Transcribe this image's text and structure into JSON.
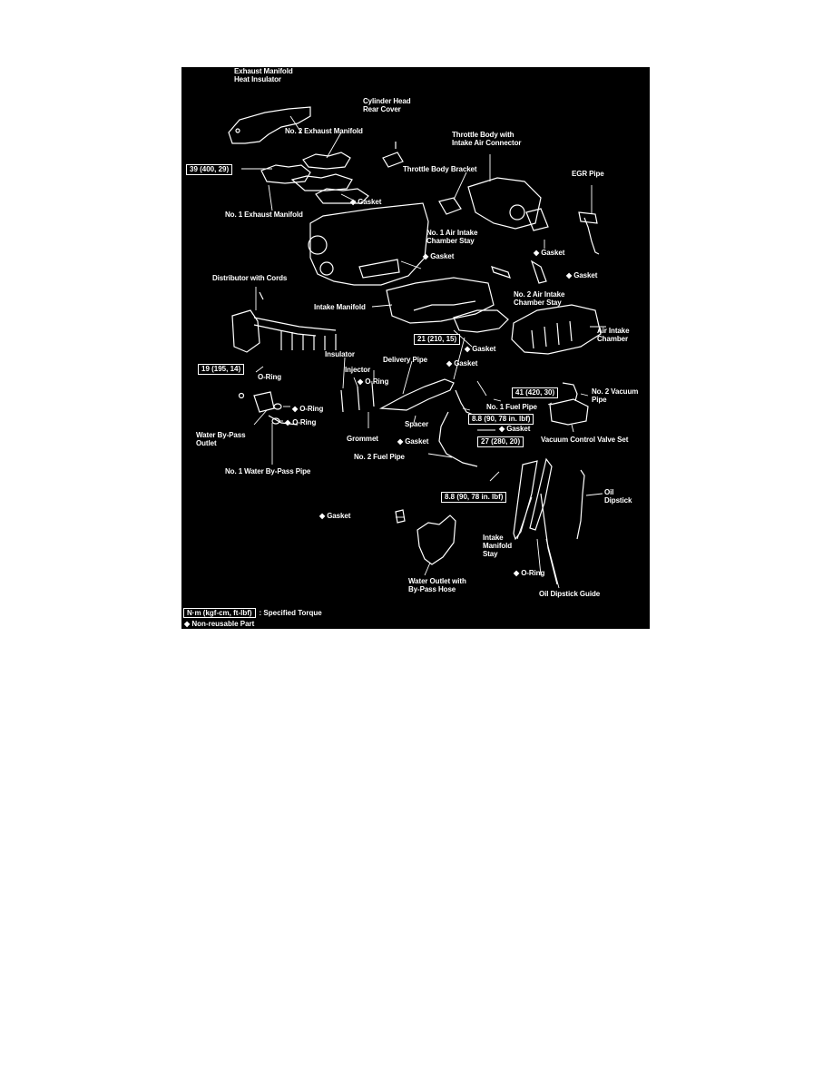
{
  "labels": {
    "exhaust_manifold_heat_insulator": "Exhaust Manifold\nHeat Insulator",
    "cylinder_head_rear_cover": "Cylinder Head\nRear Cover",
    "no2_exhaust_manifold": "No. 2 Exhaust Manifold",
    "throttle_body": "Throttle Body with\nIntake Air Connector",
    "throttle_body_bracket": "Throttle Body Bracket",
    "egr_pipe": "EGR Pipe",
    "gasket_exhaust": "Gasket",
    "no1_exhaust_manifold": "No. 1 Exhaust Manifold",
    "no1_air_intake_chamber_stay": "No. 1 Air Intake\nChamber Stay",
    "gasket_throttle": "Gasket",
    "gasket_egr": "Gasket",
    "gasket_intake": "Gasket",
    "distributor_with_cords": "Distributor with Cords",
    "no2_air_intake_chamber_stay": "No. 2 Air Intake\nChamber Stay",
    "intake_manifold": "Intake Manifold",
    "air_intake_chamber": "Air Intake\nChamber",
    "gasket_chamber": "Gasket",
    "insulator": "Insulator",
    "delivery_pipe": "Delivery Pipe",
    "gasket_delivery": "Gasket",
    "o_ring_distributor": "O-Ring",
    "injector": "Injector",
    "o_ring_injector": "O-Ring",
    "no2_vacuum_pipe": "No. 2 Vacuum\nPipe",
    "o_ring_bypass_1": "O-Ring",
    "no1_fuel_pipe": "No. 1 Fuel Pipe",
    "o_ring_bypass_2": "O-Ring",
    "water_bypass_outlet": "Water By-Pass\nOutlet",
    "spacer": "Spacer",
    "gasket_fuel": "Gasket",
    "grommet": "Grommet",
    "gasket_spacer": "Gasket",
    "vacuum_control_valve_set": "Vacuum Control Valve Set",
    "no2_fuel_pipe": "No. 2 Fuel Pipe",
    "no1_water_bypass_pipe": "No. 1 Water By-Pass Pipe",
    "oil_dipstick": "Oil\nDipstick",
    "gasket_water_outlet": "Gasket",
    "intake_manifold_stay": "Intake\nManifold\nStay",
    "o_ring_dipstick": "O-Ring",
    "water_outlet_with_bypass_hose": "Water Outlet with\nBy-Pass Hose",
    "oil_dipstick_guide": "Oil Dipstick Guide"
  },
  "torques": {
    "exhaust": "39 (400, 29)",
    "delivery": "21 (210, 15)",
    "distributor": "19 (195, 14)",
    "vacuum": "41 (420, 30)",
    "fuel1": "8.8 (90, 78 in. lbf)",
    "fuel2": "27 (280, 20)",
    "stay": "8.8 (90, 78 in. lbf)"
  },
  "legend": {
    "torque_box": "N·m (kgf-cm, ft-lbf)",
    "torque_text": ": Specified Torque",
    "non_reusable_symbol": "◆",
    "non_reusable_text": "Non-reusable Part"
  },
  "colors": {
    "background": "#000000",
    "ink": "#ffffff"
  }
}
